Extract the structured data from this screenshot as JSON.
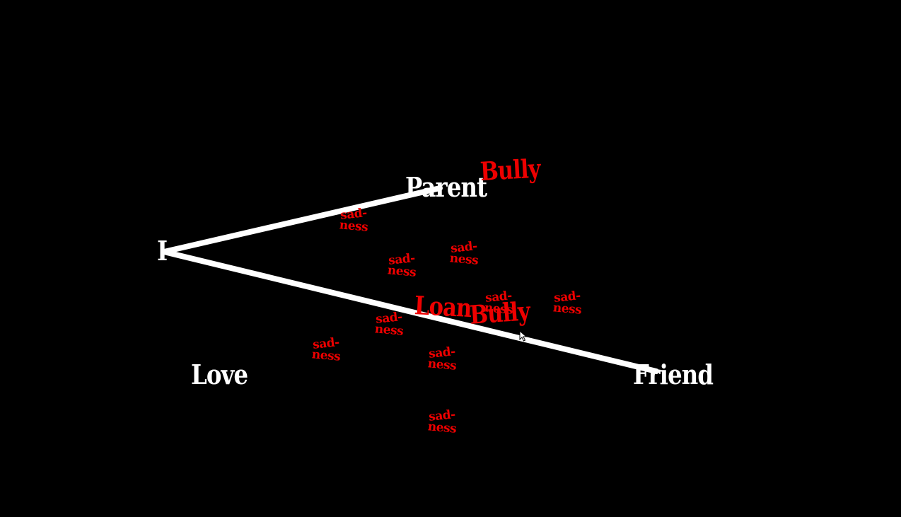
{
  "nodes": {
    "i": "I",
    "parent": "Parent",
    "love": "Love",
    "friend": "Friend"
  },
  "red_words": {
    "bully_top": "Bully",
    "loan": "Loan",
    "bully_mid": "Bully"
  },
  "sadness_label": {
    "top": "sad-",
    "bottom": "ness"
  },
  "colors": {
    "background": "#000000",
    "nodes": "#ffffff",
    "links": "#ffffff",
    "red_words": "#ee0000"
  },
  "icons": {
    "cursor": "mouse-pointer-icon"
  }
}
